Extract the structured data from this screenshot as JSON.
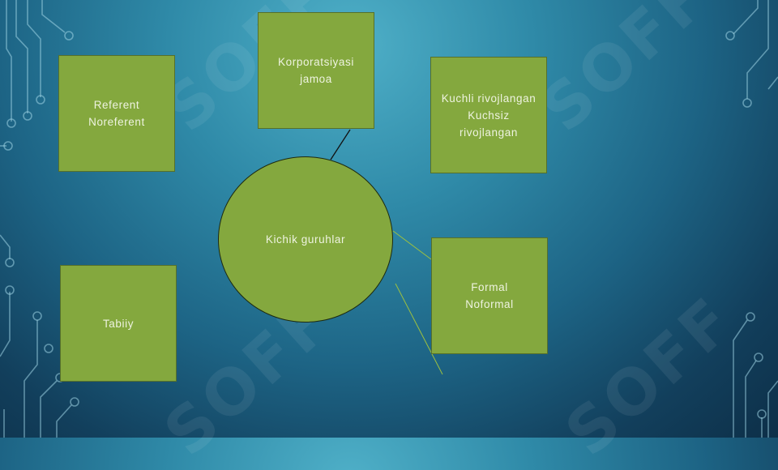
{
  "diagram": {
    "center_label": "Kichik guruhlar",
    "boxes": {
      "corporate": "Korporatsiyasi\njamoa",
      "referent": "Referent\nNoreferent",
      "development": "Kuchli rivojlangan\nKuchsiz\nrivojlangan",
      "formal": "Formal\nNoformal",
      "natural": "Tabiiy"
    }
  },
  "watermark": {
    "text": "SOFF"
  },
  "colors": {
    "shape_fill": "#84a83e",
    "shape_text": "#eef3e0",
    "background_light": "#4fb0c8",
    "background_dark": "#0d2f48",
    "circuit_lines": "#9fd4e4"
  },
  "decorations": {
    "left_circuit_icon": "circuit-lines",
    "right_circuit_icon": "circuit-lines"
  }
}
